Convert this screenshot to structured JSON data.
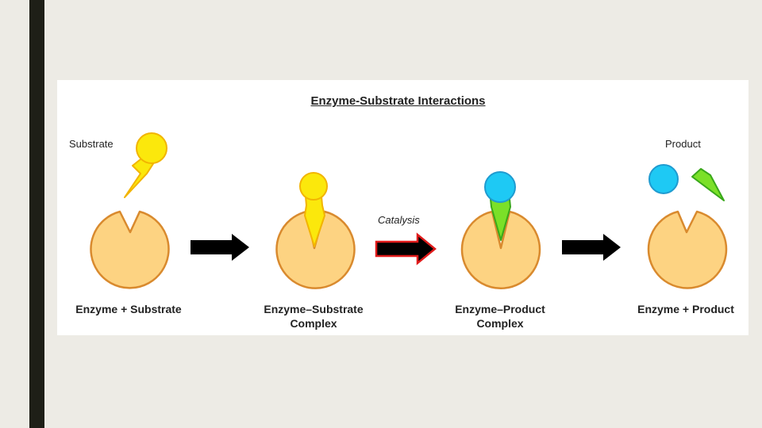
{
  "slide": {
    "title": "Enzyme-Substrate Interactions",
    "labels": {
      "substrate": "Substrate",
      "catalysis": "Catalysis",
      "product": "Product"
    },
    "captions": {
      "stage1": "Enzyme + Substrate",
      "stage2_line1": "Enzyme–Substrate",
      "stage2_line2": "Complex",
      "stage3_line1": "Enzyme–Product",
      "stage3_line2": "Complex",
      "stage4": "Enzyme + Product"
    },
    "colors": {
      "enzyme_fill": "#fdd382",
      "enzyme_stroke": "#d98a2e",
      "substrate_fill": "#fbe80c",
      "substrate_stroke": "#f2b400",
      "product_circle_fill": "#1ec9f4",
      "product_circle_stroke": "#1f9bd0",
      "product_wedge_fill": "#7be028",
      "product_wedge_stroke": "#39a81a",
      "arrow_black": "#000000",
      "arrow_catalysis_outline": "#e01b1b"
    }
  }
}
